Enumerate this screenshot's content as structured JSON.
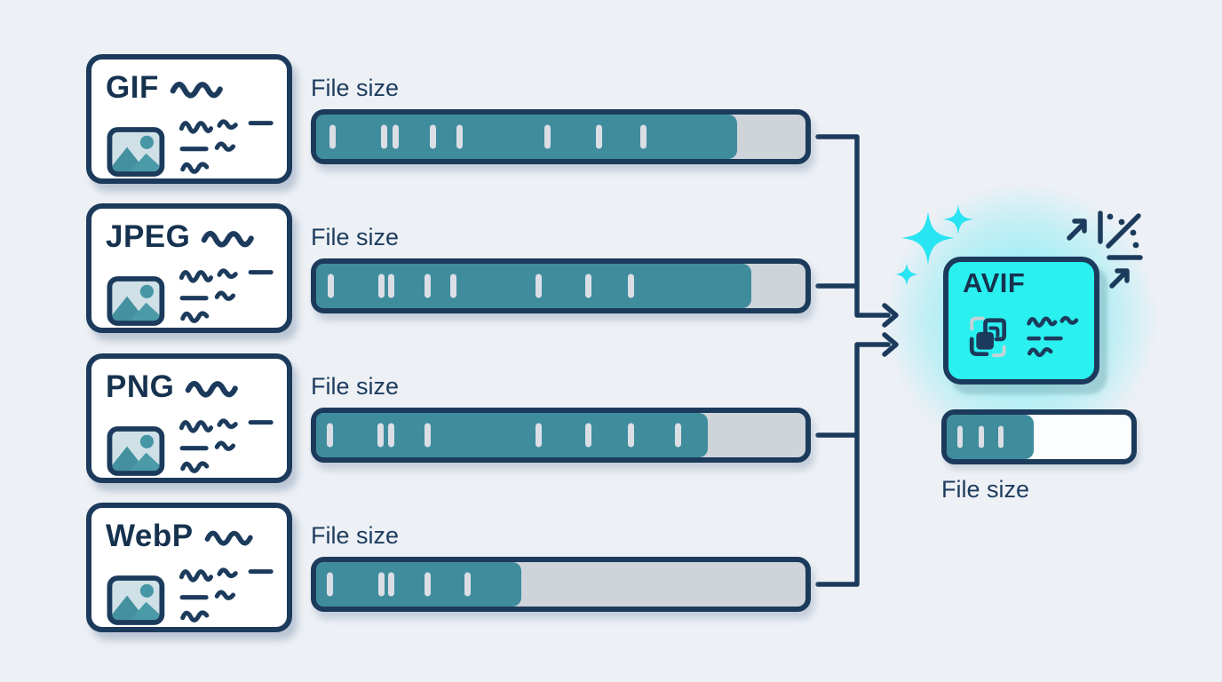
{
  "palette": {
    "background": "#edf0f5",
    "navy": "#1c3b5c",
    "teal": "#3f8c9d",
    "track_gray": "#cfd4db",
    "tick_gray": "#dbdfe5",
    "avif_cyan": "#2af0f0",
    "sparkle_cyan": "#29e4f2",
    "card_white": "#ffffff"
  },
  "icons": {
    "thumbnail": "image-thumbnail",
    "title_squiggle": "wavy-line",
    "text_lines": "scribble-text-lines",
    "sparkles": "sparkle-stars",
    "improvement": "arrow-up-right-percent",
    "avif_icon": "layered-images-compression",
    "merge_arrow": "right-arrow"
  },
  "formats": [
    {
      "name": "GIF",
      "file_size_label": "File size",
      "bar": {
        "fill_pct": 86,
        "ticks_pct": [
          2.7,
          13.2,
          15.6,
          23.2,
          28.7,
          46.6,
          57.2,
          66.2
        ]
      }
    },
    {
      "name": "JPEG",
      "file_size_label": "File size",
      "bar": {
        "fill_pct": 89,
        "ticks_pct": [
          2.4,
          12.7,
          14.7,
          22.1,
          27.4,
          44.8,
          55.0,
          63.7
        ]
      }
    },
    {
      "name": "PNG",
      "file_size_label": "File size",
      "bar": {
        "fill_pct": 80,
        "ticks_pct": [
          2.2,
          12.5,
          14.7,
          22.1,
          44.8,
          55.0,
          63.7,
          73.3
        ]
      }
    },
    {
      "name": "WebP",
      "file_size_label": "File size",
      "bar": {
        "fill_pct": 42,
        "ticks_pct": [
          2.2,
          12.7,
          14.7,
          22.1,
          30.3
        ]
      }
    }
  ],
  "result": {
    "name": "AVIF",
    "file_size_label": "File size",
    "bar": {
      "fill_pct": 47,
      "ticks_pct": [
        6.0,
        17.5,
        28.0
      ]
    }
  }
}
